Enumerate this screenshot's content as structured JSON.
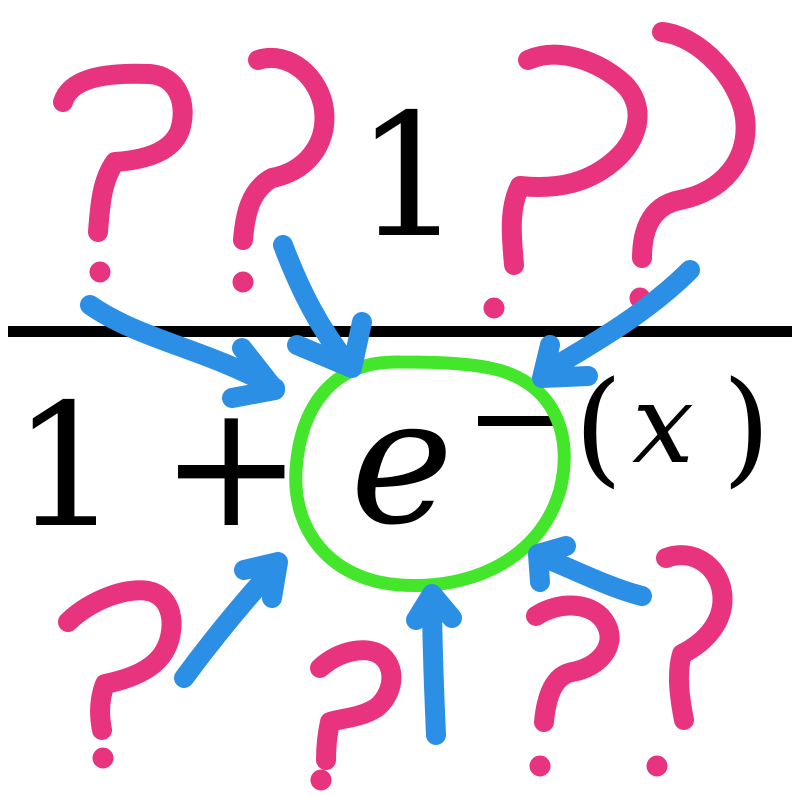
{
  "formula": {
    "numerator": "1",
    "denominator_one": "1",
    "plus": "+",
    "base": "e",
    "minus": "−",
    "open_paren": "(",
    "variable": "x",
    "close_paren": ")"
  },
  "colors": {
    "ink": "#000000",
    "question_marks": "#e8337f",
    "arrows": "#2b8fe6",
    "circle": "#44e62b",
    "background": "#ffffff"
  },
  "annotations": {
    "question_mark_icon": "question-mark-icon",
    "arrow_icon": "arrow-icon",
    "highlight_circle": "circle-highlight-icon"
  }
}
